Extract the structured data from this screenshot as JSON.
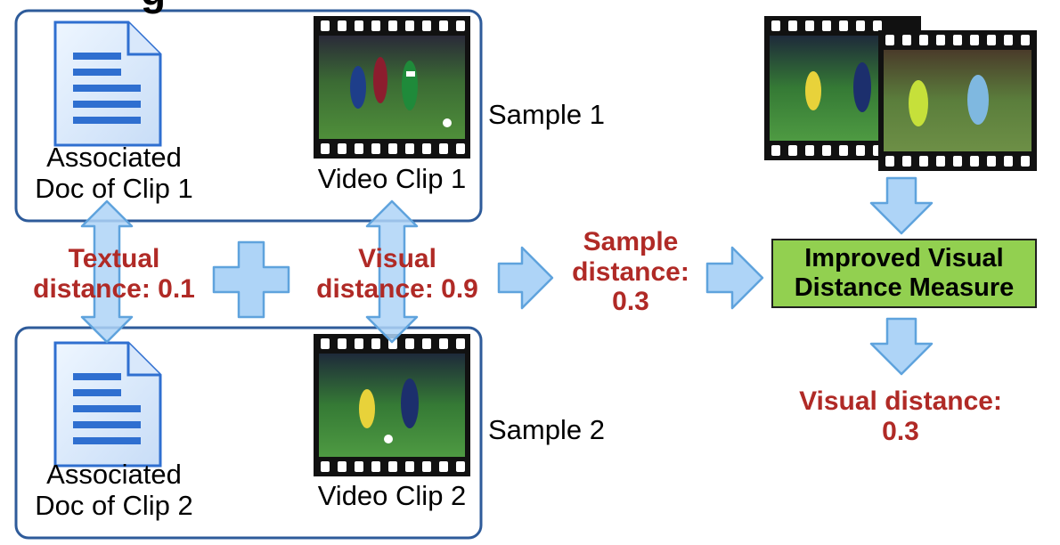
{
  "title_fragment": "g",
  "samples": [
    {
      "label": "Sample 1",
      "doc_label": "Associated\nDoc of Clip 1",
      "clip_label": "Video Clip 1"
    },
    {
      "label": "Sample 2",
      "doc_label": "Associated\nDoc of Clip 2",
      "clip_label": "Video Clip 2"
    }
  ],
  "textual_distance": "Textual\ndistance: 0.1",
  "visual_distance": "Visual\ndistance: 0.9",
  "sample_distance": "Sample\ndistance:\n0.3",
  "measure_box": "Improved Visual\nDistance Measure",
  "output_distance": "Visual distance:\n0.3",
  "colors": {
    "box_border": "#2e5b9a",
    "arrow_fill": "#aed4f7",
    "arrow_stroke": "#5fa3dd",
    "doc_blue": "#2f6fd0",
    "accent_red": "#b02a26",
    "measure_fill": "#92d050"
  }
}
